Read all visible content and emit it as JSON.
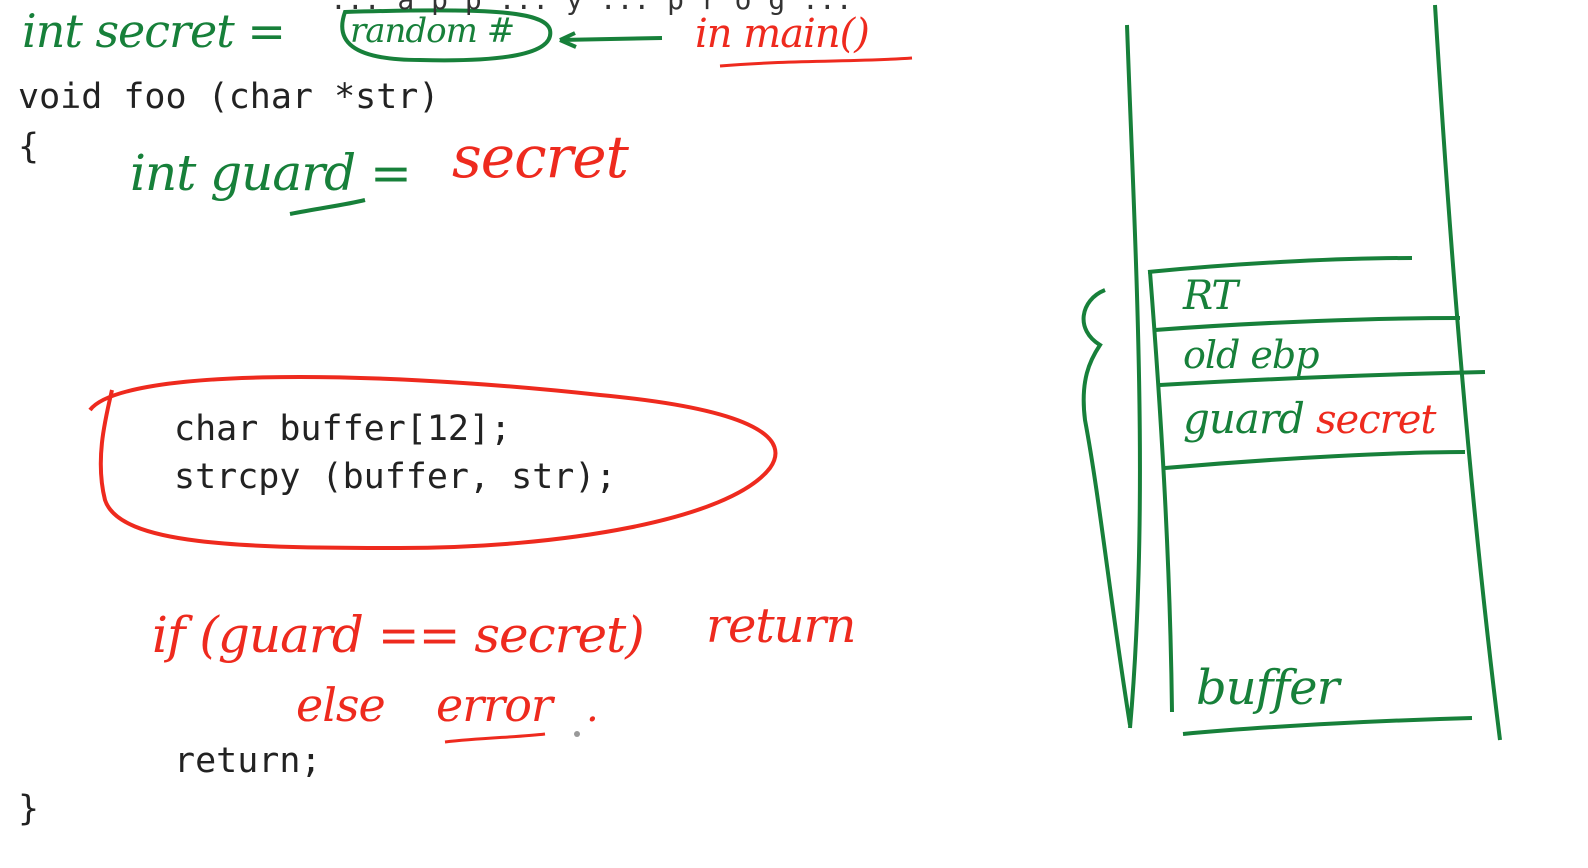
{
  "code": {
    "top_cut": "... a p p ... y ... p r o g ...",
    "line_void": "void foo (char *str)",
    "open_brace": "{",
    "line_buffer": "char buffer[12];",
    "line_strcpy": "strcpy (buffer, str);",
    "line_return": "return;",
    "close_brace": "}"
  },
  "annotations": {
    "int_secret": "int secret =",
    "random": "random #",
    "in_main": "in main()",
    "int_guard": "int guard =",
    "guard_secret": "secret",
    "if_line": "if (guard == secret)",
    "return_word": "return",
    "else_word": "else",
    "error_word": "error",
    "period": "."
  },
  "stack": {
    "rt": "RT",
    "old_ebp": "old ebp",
    "guard": "guard",
    "guard_value": "secret",
    "buffer": "buffer"
  },
  "colors": {
    "green": "#17803a",
    "red": "#ee2a1e",
    "text": "#222222"
  }
}
